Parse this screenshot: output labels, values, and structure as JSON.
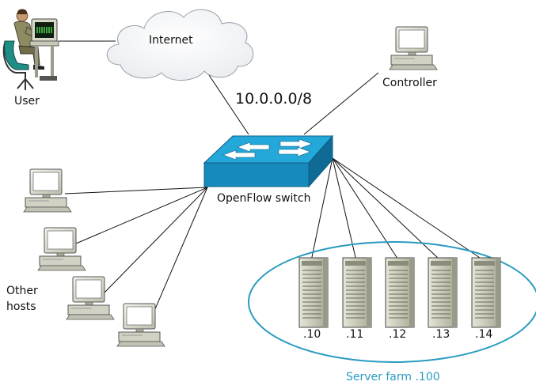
{
  "diagram": {
    "user_label": "User",
    "internet_label": "Internet",
    "network_label": "10.0.0.0/8",
    "controller_label": "Controller",
    "switch_label": "OpenFlow switch",
    "other_hosts_label": "Other\nhosts",
    "server_farm_label": "Server farm .100",
    "servers": [
      {
        "label": ".10"
      },
      {
        "label": ".11"
      },
      {
        "label": ".12"
      },
      {
        "label": ".13"
      },
      {
        "label": ".14"
      }
    ],
    "other_hosts_count": 4
  },
  "colors": {
    "link": "#111111",
    "switch_top": "#23a8d9",
    "switch_front": "#1689bd",
    "switch_side": "#0f6b95",
    "farm_ellipse": "#2a9bc1",
    "computer_body": "#d9d9cc",
    "server_body": "#cfcfbf"
  }
}
